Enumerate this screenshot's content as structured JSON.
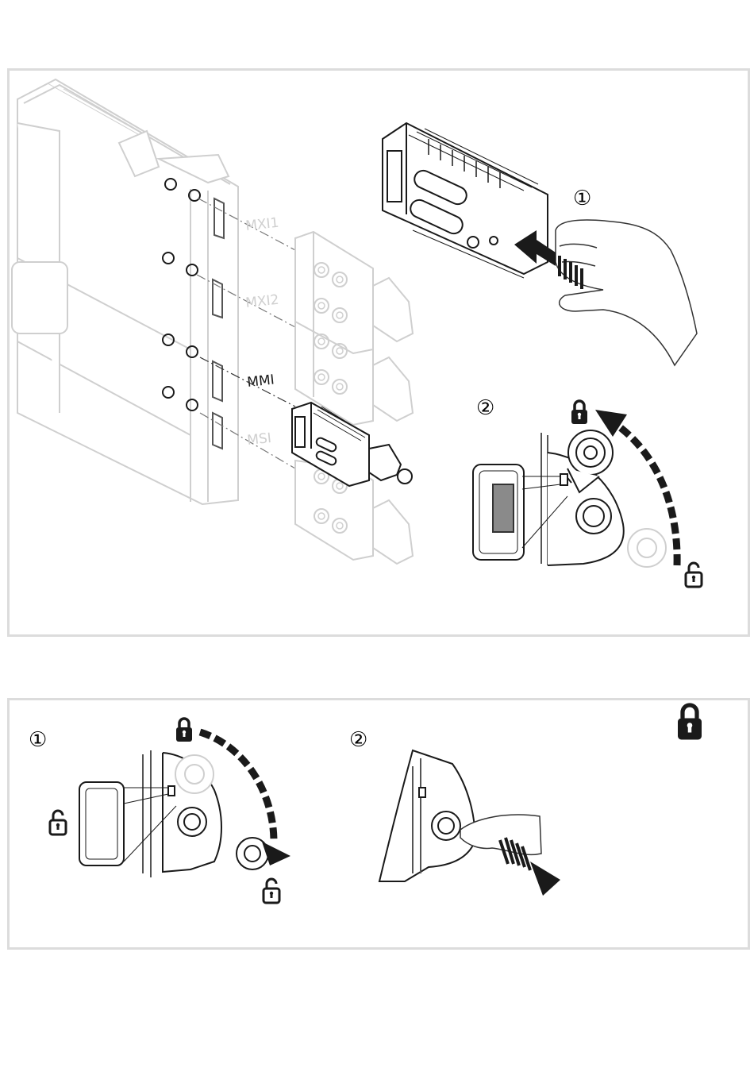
{
  "slots": {
    "mxi1": "MXI1",
    "mxi2": "MXI2",
    "mmi": "MMI",
    "msi": "MSI"
  },
  "steps": {
    "top_1": "①",
    "top_2": "②",
    "bottom_1": "①",
    "bottom_2": "②"
  },
  "colors": {
    "ghost": "#cfcfcf",
    "ink": "#1a1a1a",
    "border": "#dcdcdc",
    "module": "#8a8a8a"
  },
  "icons": [
    "lock-closed-icon",
    "lock-open-icon",
    "hand-icon",
    "dashed-arrow-icon"
  ]
}
